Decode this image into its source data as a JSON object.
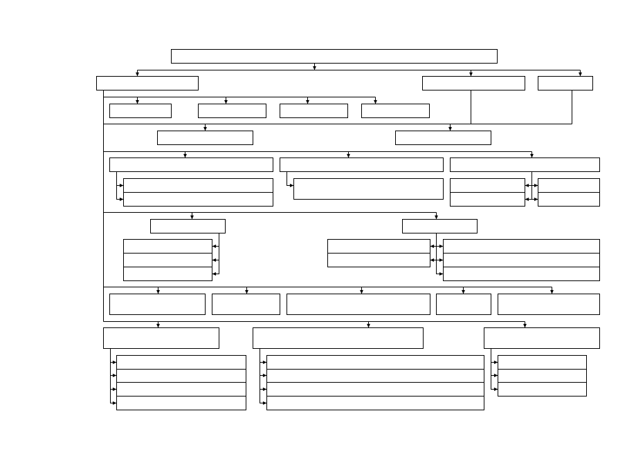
{
  "diagram": {
    "title": "",
    "boxes": [
      {
        "id": "root",
        "label": ""
      },
      {
        "id": "l1-left",
        "label": ""
      },
      {
        "id": "l1-mid",
        "label": ""
      },
      {
        "id": "l1-right",
        "label": ""
      },
      {
        "id": "r2a",
        "label": ""
      },
      {
        "id": "r2b",
        "label": ""
      },
      {
        "id": "r2c",
        "label": ""
      },
      {
        "id": "r2d",
        "label": ""
      },
      {
        "id": "r3a",
        "label": ""
      },
      {
        "id": "r3b",
        "label": ""
      },
      {
        "id": "r4a",
        "label": ""
      },
      {
        "id": "r4b",
        "label": ""
      },
      {
        "id": "r4c",
        "label": ""
      },
      {
        "id": "r4a-sub1",
        "label": ""
      },
      {
        "id": "r4a-sub2",
        "label": ""
      },
      {
        "id": "r4b-sub1",
        "label": ""
      },
      {
        "id": "r4c-l1",
        "label": ""
      },
      {
        "id": "r4c-l2",
        "label": ""
      },
      {
        "id": "r4c-r1",
        "label": ""
      },
      {
        "id": "r4c-r2",
        "label": ""
      },
      {
        "id": "r5a",
        "label": ""
      },
      {
        "id": "r5b",
        "label": ""
      },
      {
        "id": "r5a-s1",
        "label": ""
      },
      {
        "id": "r5a-s2",
        "label": ""
      },
      {
        "id": "r5a-s3",
        "label": ""
      },
      {
        "id": "r5b-l1",
        "label": ""
      },
      {
        "id": "r5b-l2",
        "label": ""
      },
      {
        "id": "r5b-r1",
        "label": ""
      },
      {
        "id": "r5b-r2",
        "label": ""
      },
      {
        "id": "r5b-r3",
        "label": ""
      },
      {
        "id": "r6a",
        "label": ""
      },
      {
        "id": "r6b",
        "label": ""
      },
      {
        "id": "r6c",
        "label": ""
      },
      {
        "id": "r6d",
        "label": ""
      },
      {
        "id": "r6e",
        "label": ""
      },
      {
        "id": "r7a",
        "label": ""
      },
      {
        "id": "r7b",
        "label": ""
      },
      {
        "id": "r7c",
        "label": ""
      },
      {
        "id": "r7a-s1",
        "label": ""
      },
      {
        "id": "r7a-s2",
        "label": ""
      },
      {
        "id": "r7a-s3",
        "label": ""
      },
      {
        "id": "r7a-s4",
        "label": ""
      },
      {
        "id": "r7b-s1",
        "label": ""
      },
      {
        "id": "r7b-s2",
        "label": ""
      },
      {
        "id": "r7b-s3",
        "label": ""
      },
      {
        "id": "r7b-s4",
        "label": ""
      },
      {
        "id": "r7c-s1",
        "label": ""
      },
      {
        "id": "r7c-s2",
        "label": ""
      },
      {
        "id": "r7c-s3",
        "label": ""
      }
    ]
  }
}
